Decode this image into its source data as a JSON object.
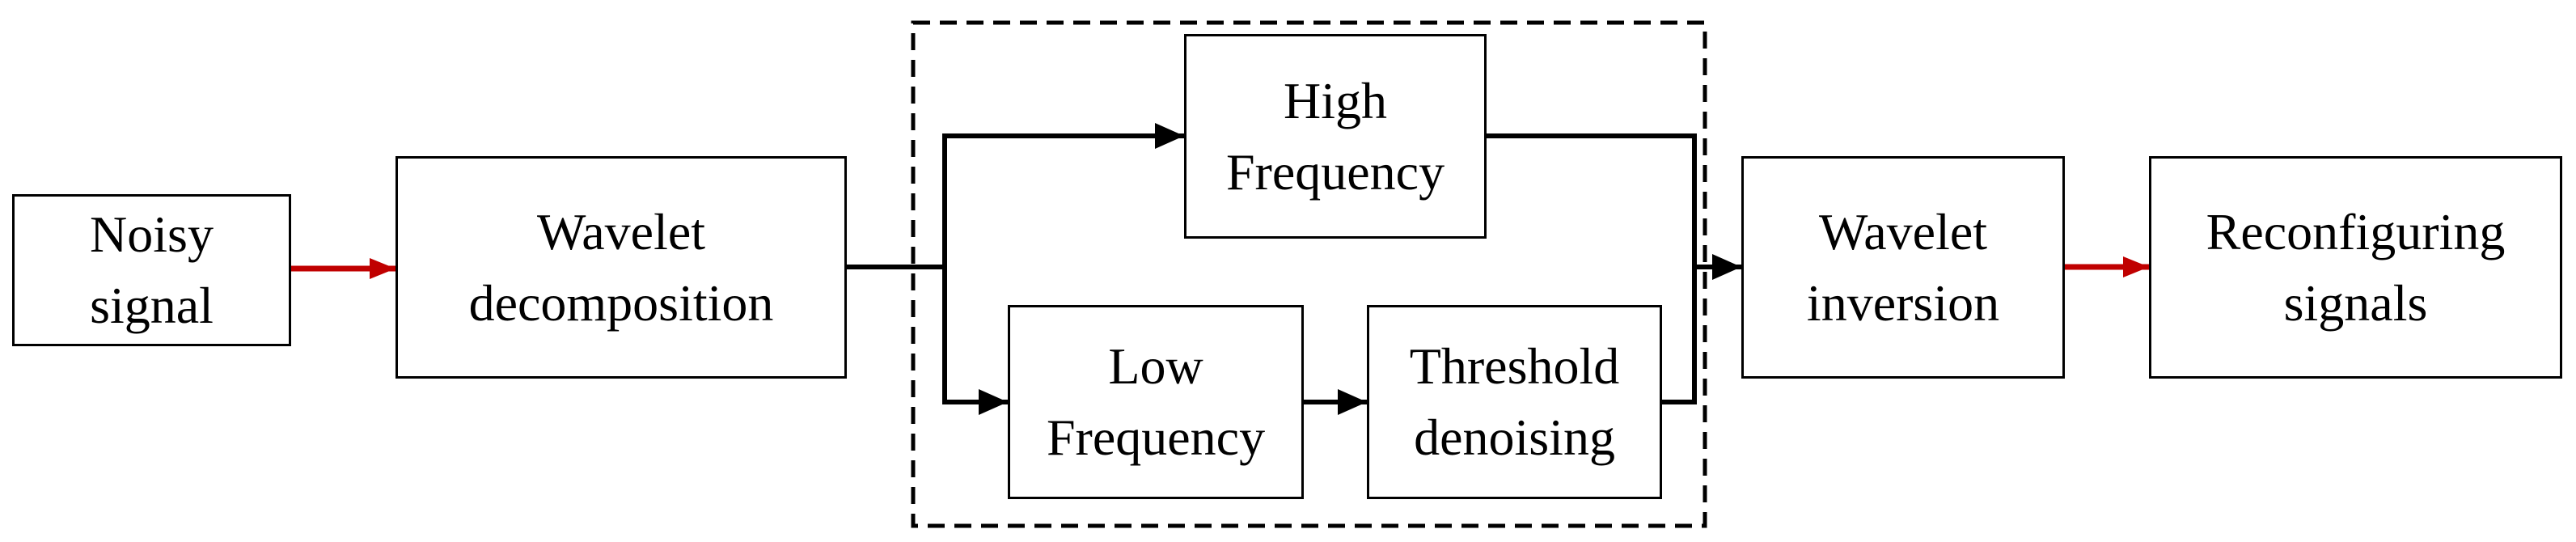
{
  "colors": {
    "accent_red": "#c00000",
    "line_black": "#000000",
    "box_border": "#000000",
    "background": "#ffffff",
    "text": "#000000"
  },
  "nodes": {
    "noisy_signal": {
      "label": "Noisy signal",
      "line1": "Noisy",
      "line2": "signal"
    },
    "wavelet_decomposition": {
      "label": "Wavelet decomposition",
      "line1": "Wavelet",
      "line2": "decomposition"
    },
    "high_frequency": {
      "label": "High Frequency",
      "line1": "High",
      "line2": "Frequency"
    },
    "low_frequency": {
      "label": "Low Frequency",
      "line1": "Low",
      "line2": "Frequency"
    },
    "threshold_denoising": {
      "label": "Threshold denoising",
      "line1": "Threshold",
      "line2": "denoising"
    },
    "wavelet_inversion": {
      "label": "Wavelet inversion",
      "line1": "Wavelet",
      "line2": "inversion"
    },
    "reconfiguring_signals": {
      "label": "Reconfiguring signals",
      "line1": "Reconfiguring",
      "line2": "signals"
    }
  },
  "dashed_group": {
    "members": [
      "high_frequency",
      "low_frequency",
      "threshold_denoising"
    ]
  },
  "edges": [
    {
      "from": "noisy_signal",
      "to": "wavelet_decomposition",
      "color": "red",
      "arrowhead": true
    },
    {
      "from": "wavelet_decomposition",
      "to": "high_frequency",
      "color": "black",
      "arrowhead": true
    },
    {
      "from": "wavelet_decomposition",
      "to": "low_frequency",
      "color": "black",
      "arrowhead": true
    },
    {
      "from": "low_frequency",
      "to": "threshold_denoising",
      "color": "black",
      "arrowhead": true
    },
    {
      "from": "high_frequency",
      "to": "wavelet_inversion",
      "color": "black",
      "arrowhead": true
    },
    {
      "from": "threshold_denoising",
      "to": "wavelet_inversion",
      "color": "black",
      "arrowhead": true
    },
    {
      "from": "wavelet_inversion",
      "to": "reconfiguring_signals",
      "color": "red",
      "arrowhead": true
    }
  ]
}
